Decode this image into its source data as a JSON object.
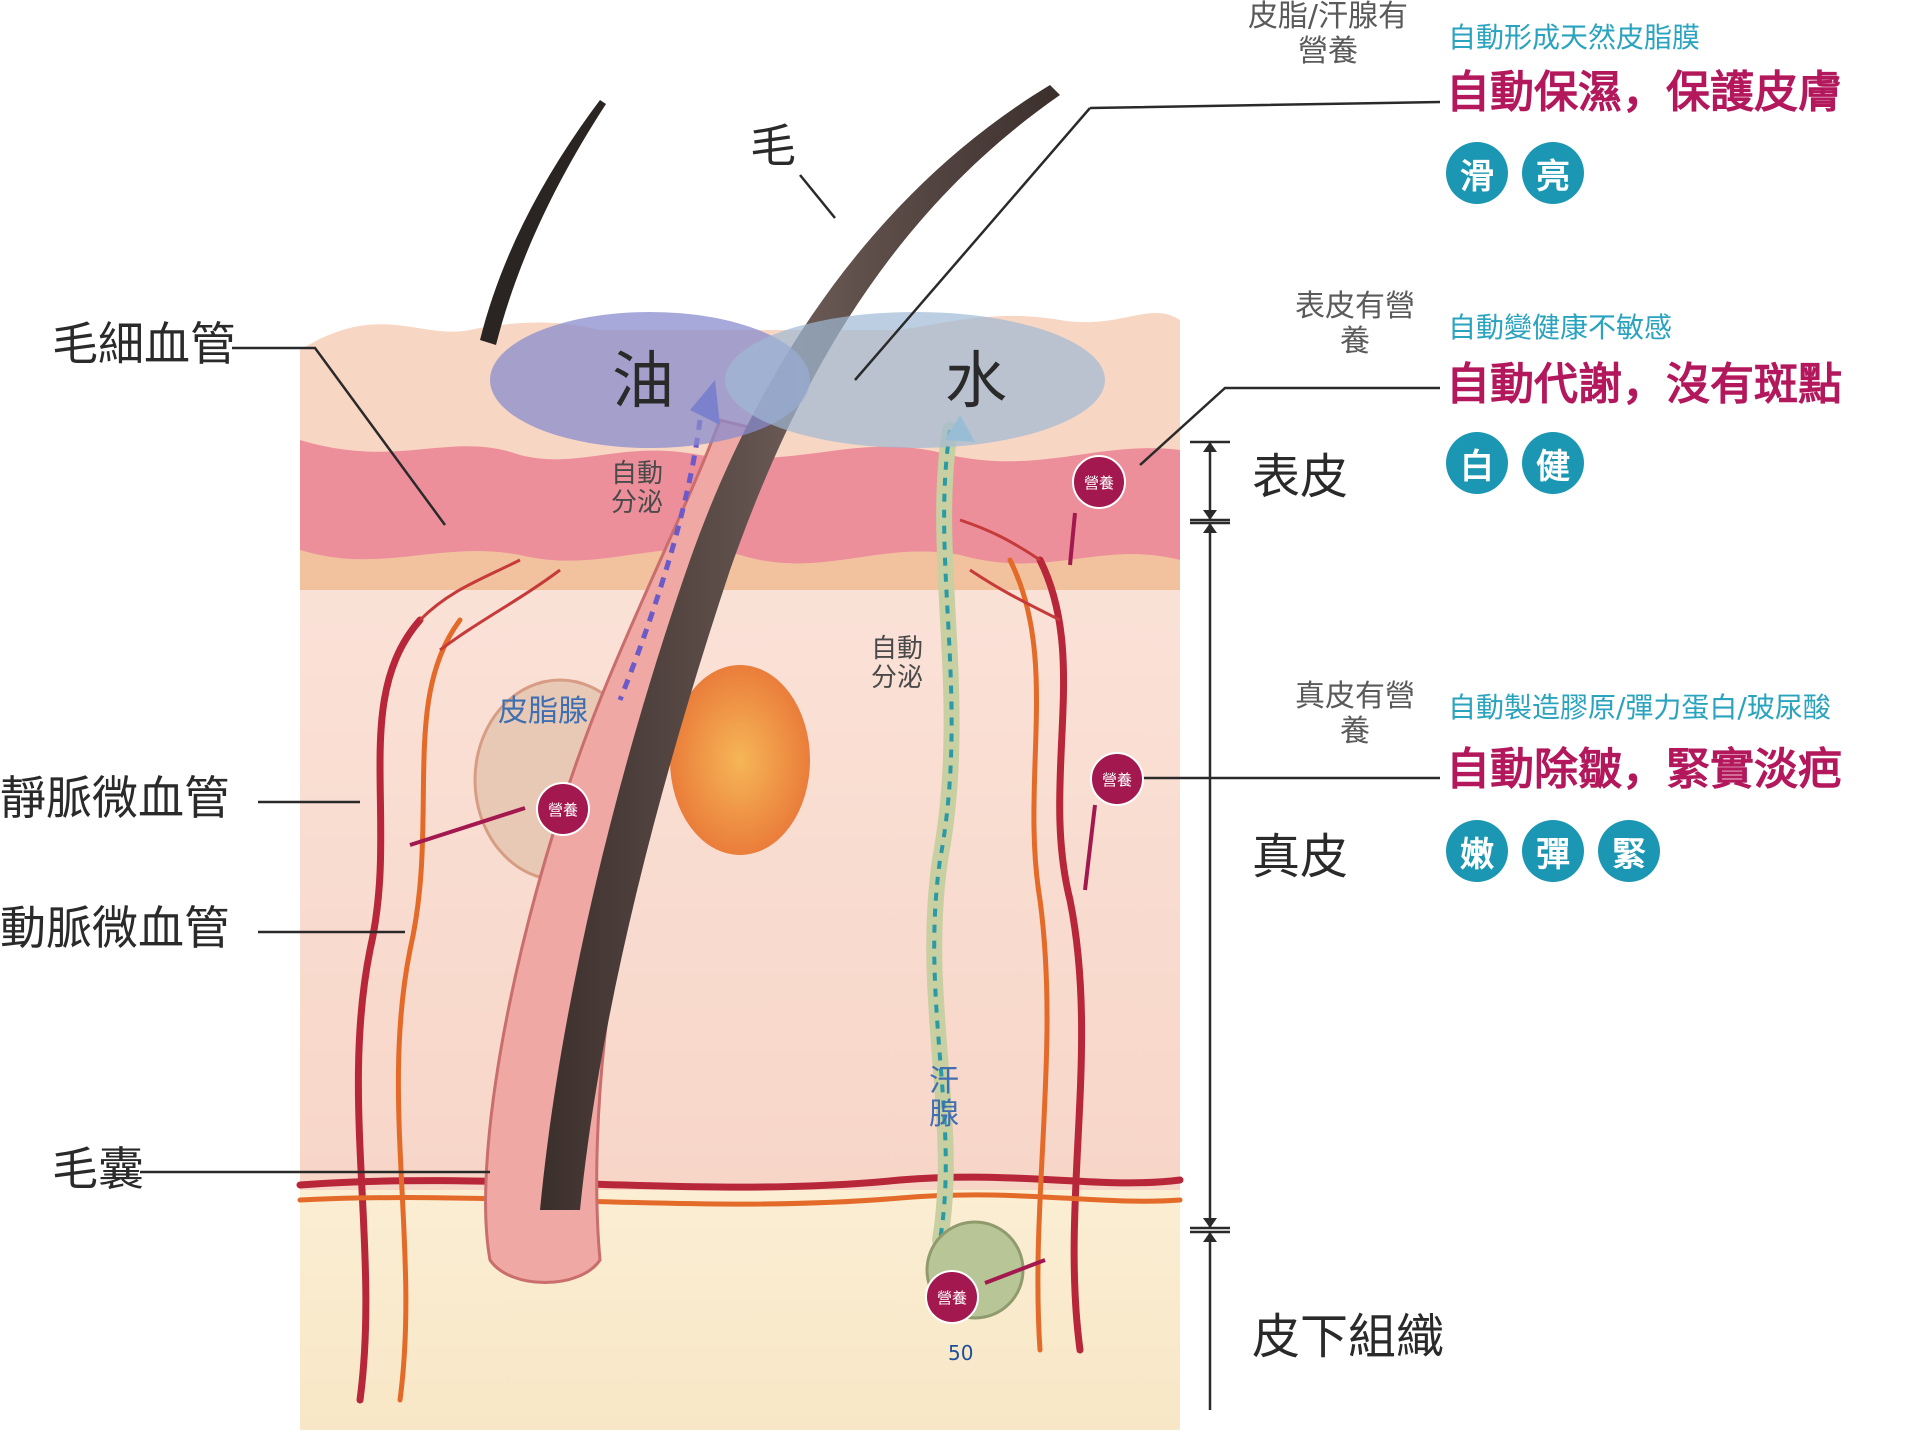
{
  "labels": {
    "hair": "毛",
    "oil": "油",
    "water": "水",
    "capillary": "毛細血管",
    "venous": "靜脈微血管",
    "arterial": "動脈微血管",
    "follicle": "毛囊",
    "epidermis": "表皮",
    "dermis": "真皮",
    "subcutis": "皮下組織",
    "sebaceous": "皮脂腺",
    "sweat_gland": "汗腺",
    "secrete": "自動分泌",
    "nutrition": "營養"
  },
  "sections": [
    {
      "label": "皮脂/汗腺有營養",
      "sub": "自動形成天然皮脂膜",
      "main": "自動保濕，保護皮膚",
      "badges": [
        "滑",
        "亮"
      ]
    },
    {
      "label": "表皮有營養",
      "sub": "自動變健康不敏感",
      "main": "自動代謝，沒有斑點",
      "badges": [
        "白",
        "健"
      ]
    },
    {
      "label": "真皮有營養",
      "sub": "自動製造膠原/彈力蛋白/玻尿酸",
      "main": "自動除皺，緊實淡疤",
      "badges": [
        "嫩",
        "彈",
        "緊"
      ]
    }
  ],
  "page_number": "50",
  "colors": {
    "benefit_sub": "#2aa3bf",
    "benefit_main": "#b3185c",
    "badge": "#1c97b3",
    "nutrition": "#a3194f"
  }
}
